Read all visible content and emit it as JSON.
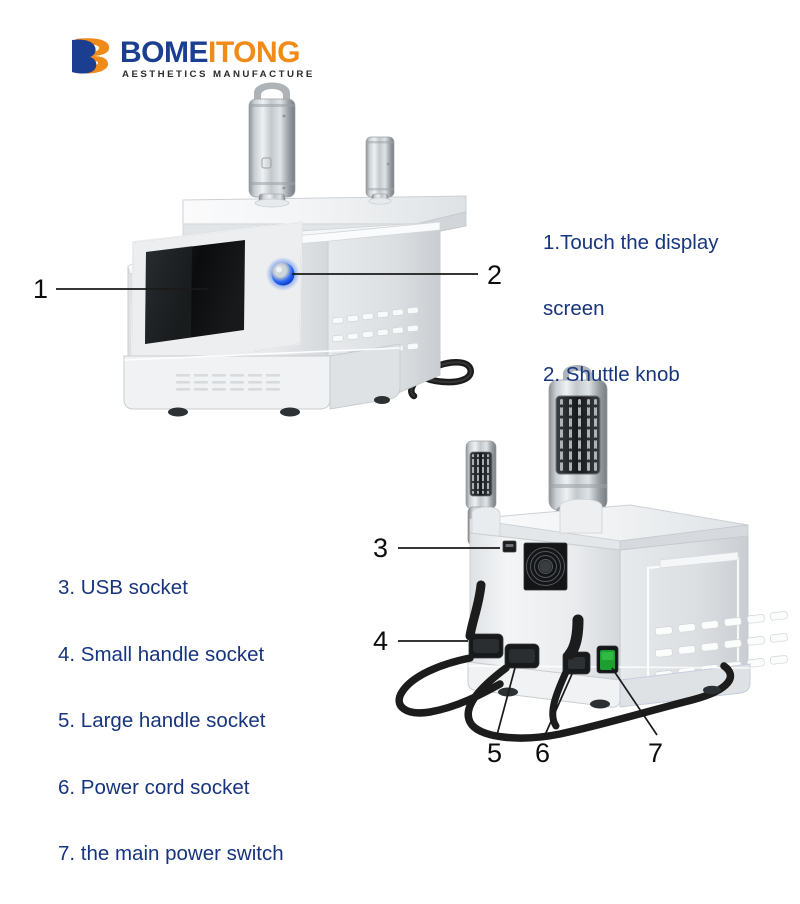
{
  "logo": {
    "name_part1": "BOME",
    "name_part2": "ITONG",
    "tagline": "AESTHETICS MANUFACTURE",
    "mark": "bometiong-logo-mark",
    "color_blue": "#1b3e91",
    "color_orange": "#f08a19",
    "color_tagline": "#2b2b2b"
  },
  "annotations": {
    "top_right": {
      "line1": "1.Touch the display",
      "line2": "screen",
      "line3": "2. Shuttle knob"
    },
    "bottom_left": {
      "items": [
        "3. USB socket",
        "4. Small handle socket",
        "5. Large handle socket",
        "6. Power cord socket",
        "7. the main power switch"
      ]
    },
    "text_color": "#17357e"
  },
  "callouts": {
    "one": "1",
    "two": "2",
    "three": "3",
    "four": "4",
    "five": "5",
    "six": "6",
    "seven": "7",
    "color": "#0d0d0d"
  },
  "device_front": {
    "label": "front-view-machine",
    "screen": "touch-display-screen",
    "knob": "shuttle-knob",
    "knob_color": "#1658ef",
    "body_color": "#eceef0",
    "screen_color": "#121212",
    "vent_rows": 3,
    "vent_cols": 6,
    "handles": [
      "large-applicator-handle",
      "small-applicator-handle"
    ]
  },
  "device_rear": {
    "label": "rear-view-machine",
    "usb_socket": "usb-socket",
    "fan": "cooling-fan-grille",
    "small_handle_socket": "small-handle-socket",
    "large_handle_socket": "large-handle-socket",
    "power_cord_socket": "power-cord-socket",
    "power_switch": "main-power-switch",
    "power_switch_color": "#1d9e31",
    "body_color": "#eef0f1",
    "vent_rows": 3,
    "vent_cols": 6,
    "handles": [
      "large-applicator-handle",
      "small-applicator-handle"
    ]
  }
}
